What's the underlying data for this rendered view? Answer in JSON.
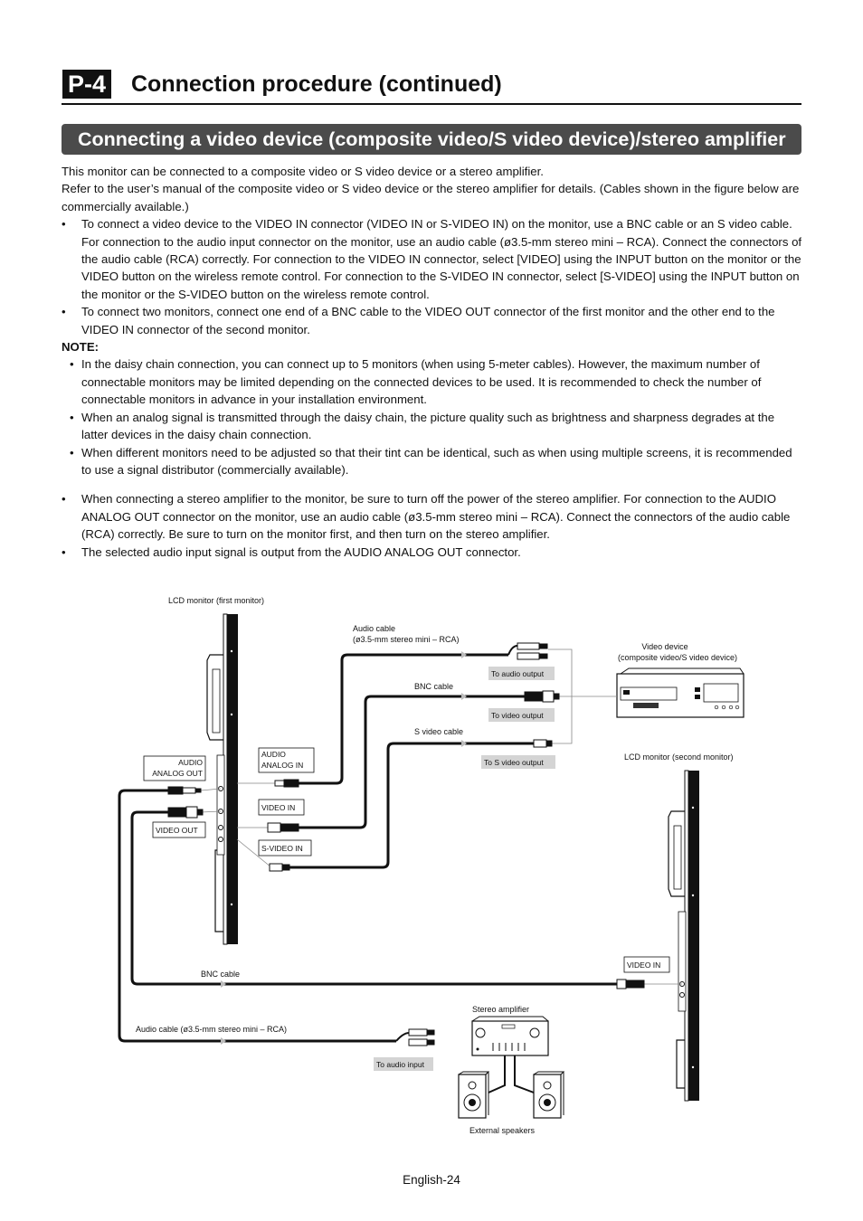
{
  "header": {
    "badge": "P-4",
    "title": "Connection procedure (continued)"
  },
  "section_title": "Connecting a video device (composite video/S video device)/stereo amplifier",
  "intro": [
    "This monitor can be connected to a composite video or S video device or a stereo amplifier.",
    "Refer to the user’s manual of the composite video or S video device or the stereo amplifier for details. (Cables shown in the figure below are commercially available.)"
  ],
  "bullets_a": [
    "To connect a video device to the VIDEO IN connector (VIDEO IN or S-VIDEO IN) on the monitor, use a BNC cable or an S video cable. For connection to the audio input connector on the monitor, use an audio cable (ø3.5-mm stereo mini – RCA). Connect the connectors of the audio cable (RCA) correctly. For connection to the VIDEO IN connector, select [VIDEO] using the INPUT button on the monitor or the VIDEO button on the wireless remote control. For connection to the S-VIDEO IN connector, select [S-VIDEO] using the INPUT button on the monitor or the S-VIDEO button on the wireless remote control.",
    "To connect two monitors, connect one end of a BNC cable to the VIDEO OUT connector of the first monitor and the other end to the VIDEO IN connector of the second monitor."
  ],
  "note_label": "NOTE:",
  "notes": [
    "In the daisy chain connection, you can connect up to 5 monitors (when using 5-meter cables). However, the maximum number of connectable monitors may be limited depending on the connected devices to be used. It is recommended to check the number of connectable monitors in advance in your installation environment.",
    "When an analog signal is transmitted through the daisy chain, the picture quality such as brightness and sharpness degrades at the latter devices in the daisy chain connection.",
    "When different monitors need to be adjusted so that their tint can be identical, such as when using multiple screens, it is recommended to use a signal distributor (commercially available)."
  ],
  "bullets_b": [
    "When connecting a stereo amplifier to the monitor, be sure to turn off the power of the stereo amplifier. For connection to the AUDIO ANALOG OUT connector on the monitor, use an audio cable (ø3.5-mm stereo mini – RCA). Connect the connectors of the audio cable (RCA) correctly. Be sure to turn on the monitor first, and then turn on the stereo amplifier.",
    "The selected audio input signal is output from the AUDIO ANALOG OUT connector."
  ],
  "diagram": {
    "first_monitor": "LCD monitor (first monitor)",
    "second_monitor": "LCD monitor (second monitor)",
    "audio_cable_1": "Audio cable",
    "audio_cable_1b": "(ø3.5-mm stereo mini – RCA)",
    "bnc_cable_1": "BNC cable",
    "s_video_cable": "S video cable",
    "to_audio_output": "To audio output",
    "to_video_output": "To video output",
    "to_s_video_output": "To S video output",
    "video_device_1": "Video device",
    "video_device_2": "(composite video/S video device)",
    "audio_analog_out_1": "AUDIO",
    "audio_analog_out_2": "ANALOG OUT",
    "audio_analog_in_1": "AUDIO",
    "audio_analog_in_2": "ANALOG IN",
    "video_in": "VIDEO IN",
    "video_out": "VIDEO OUT",
    "s_video_in": "S-VIDEO IN",
    "video_in_2": "VIDEO IN",
    "bnc_cable_2": "BNC cable",
    "audio_cable_2": "Audio cable (ø3.5-mm stereo mini – RCA)",
    "stereo_amplifier": "Stereo amplifier",
    "to_audio_input": "To audio input",
    "external_speakers": "External speakers"
  },
  "footer": "English-24"
}
